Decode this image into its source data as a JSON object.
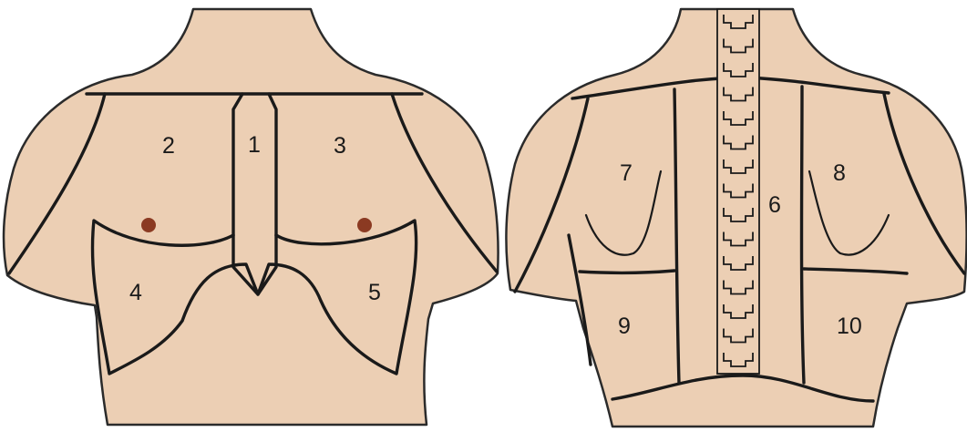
{
  "diagram": {
    "front_view": {
      "region_labels": [
        "1",
        "2",
        "3",
        "4",
        "5"
      ]
    },
    "back_view": {
      "region_labels": [
        "6",
        "7",
        "8",
        "9",
        "10"
      ]
    },
    "colors": {
      "skin": "#eccfb4",
      "outline": "#1a1a1a",
      "nipple": "#8b3a22"
    }
  }
}
